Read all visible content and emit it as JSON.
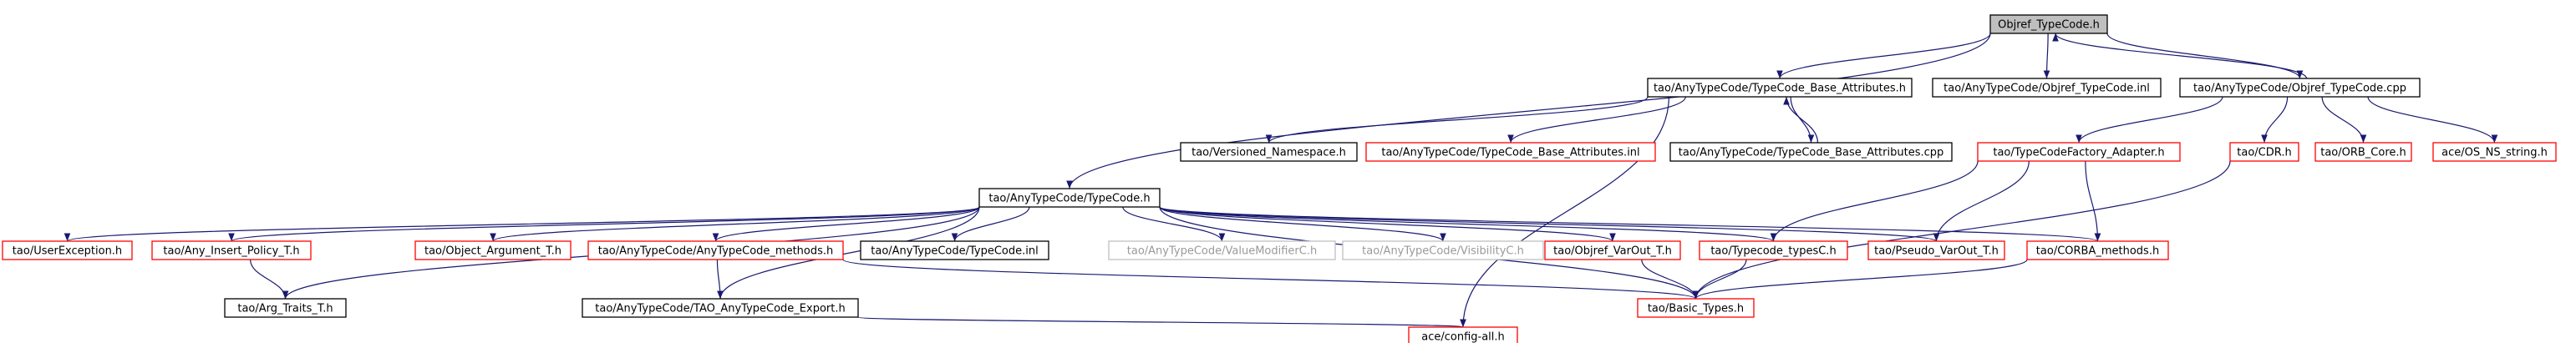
{
  "nodes": [
    {
      "id": "root",
      "label": "Objref_TypeCode.h",
      "kind": "root"
    },
    {
      "id": "base_attr_h",
      "label": "tao/AnyTypeCode/TypeCode_Base_Attributes.h",
      "kind": "black"
    },
    {
      "id": "objref_inl",
      "label": "tao/AnyTypeCode/Objref_TypeCode.inl",
      "kind": "black"
    },
    {
      "id": "objref_cpp",
      "label": "tao/AnyTypeCode/Objref_TypeCode.cpp",
      "kind": "black"
    },
    {
      "id": "typecode_h",
      "label": "tao/AnyTypeCode/TypeCode.h",
      "kind": "black"
    },
    {
      "id": "versioned_ns",
      "label": "tao/Versioned_Namespace.h",
      "kind": "black"
    },
    {
      "id": "base_attr_inl",
      "label": "tao/AnyTypeCode/TypeCode_Base_Attributes.inl",
      "kind": "red"
    },
    {
      "id": "base_attr_cpp",
      "label": "tao/AnyTypeCode/TypeCode_Base_Attributes.cpp",
      "kind": "black"
    },
    {
      "id": "tcfactory",
      "label": "tao/TypeCodeFactory_Adapter.h",
      "kind": "red"
    },
    {
      "id": "cdr_h",
      "label": "tao/CDR.h",
      "kind": "red"
    },
    {
      "id": "orb_core",
      "label": "tao/ORB_Core.h",
      "kind": "red"
    },
    {
      "id": "os_ns_string",
      "label": "ace/OS_NS_string.h",
      "kind": "red"
    },
    {
      "id": "user_exc",
      "label": "tao/UserException.h",
      "kind": "red"
    },
    {
      "id": "any_insert",
      "label": "tao/Any_Insert_Policy_T.h",
      "kind": "red"
    },
    {
      "id": "object_arg",
      "label": "tao/Object_Argument_T.h",
      "kind": "red"
    },
    {
      "id": "anytc_methods",
      "label": "tao/AnyTypeCode/AnyTypeCode_methods.h",
      "kind": "red"
    },
    {
      "id": "typecode_inl",
      "label": "tao/AnyTypeCode/TypeCode.inl",
      "kind": "black"
    },
    {
      "id": "valuemod",
      "label": "tao/AnyTypeCode/ValueModifierC.h",
      "kind": "grey"
    },
    {
      "id": "visibility",
      "label": "tao/AnyTypeCode/VisibilityC.h",
      "kind": "grey"
    },
    {
      "id": "objref_varout",
      "label": "tao/Objref_VarOut_T.h",
      "kind": "red"
    },
    {
      "id": "typecode_typesc",
      "label": "tao/Typecode_typesC.h",
      "kind": "red"
    },
    {
      "id": "pseudo_varout",
      "label": "tao/Pseudo_VarOut_T.h",
      "kind": "red"
    },
    {
      "id": "corba_methods",
      "label": "tao/CORBA_methods.h",
      "kind": "red"
    },
    {
      "id": "arg_traits",
      "label": "tao/Arg_Traits_T.h",
      "kind": "black"
    },
    {
      "id": "tao_anytc_export",
      "label": "tao/AnyTypeCode/TAO_AnyTypeCode_Export.h",
      "kind": "black"
    },
    {
      "id": "basic_types",
      "label": "tao/Basic_Types.h",
      "kind": "red"
    },
    {
      "id": "ace_config_all",
      "label": "ace/config-all.h",
      "kind": "red"
    }
  ],
  "edges": [
    [
      "root",
      "base_attr_h"
    ],
    [
      "root",
      "objref_inl"
    ],
    [
      "root",
      "objref_cpp"
    ],
    [
      "root",
      "typecode_h"
    ],
    [
      "objref_cpp",
      "root"
    ],
    [
      "base_attr_h",
      "versioned_ns"
    ],
    [
      "base_attr_h",
      "base_attr_inl"
    ],
    [
      "base_attr_h",
      "base_attr_cpp"
    ],
    [
      "base_attr_h",
      "ace_config_all"
    ],
    [
      "base_attr_cpp",
      "base_attr_h"
    ],
    [
      "objref_cpp",
      "tcfactory"
    ],
    [
      "objref_cpp",
      "cdr_h"
    ],
    [
      "objref_cpp",
      "orb_core"
    ],
    [
      "objref_cpp",
      "os_ns_string"
    ],
    [
      "tcfactory",
      "typecode_typesc"
    ],
    [
      "tcfactory",
      "pseudo_varout"
    ],
    [
      "tcfactory",
      "corba_methods"
    ],
    [
      "cdr_h",
      "basic_types"
    ],
    [
      "typecode_h",
      "user_exc"
    ],
    [
      "typecode_h",
      "any_insert"
    ],
    [
      "typecode_h",
      "object_arg"
    ],
    [
      "typecode_h",
      "anytc_methods"
    ],
    [
      "typecode_h",
      "typecode_inl"
    ],
    [
      "typecode_h",
      "valuemod"
    ],
    [
      "typecode_h",
      "visibility"
    ],
    [
      "typecode_h",
      "objref_varout"
    ],
    [
      "typecode_h",
      "typecode_typesc"
    ],
    [
      "typecode_h",
      "pseudo_varout"
    ],
    [
      "typecode_h",
      "corba_methods"
    ],
    [
      "typecode_h",
      "arg_traits"
    ],
    [
      "typecode_h",
      "tao_anytc_export"
    ],
    [
      "typecode_h",
      "basic_types"
    ],
    [
      "any_insert",
      "arg_traits"
    ],
    [
      "anytc_methods",
      "tao_anytc_export"
    ],
    [
      "anytc_methods",
      "basic_types"
    ],
    [
      "objref_varout",
      "basic_types"
    ],
    [
      "typecode_typesc",
      "basic_types"
    ],
    [
      "corba_methods",
      "basic_types"
    ],
    [
      "tao_anytc_export",
      "ace_config_all"
    ]
  ]
}
